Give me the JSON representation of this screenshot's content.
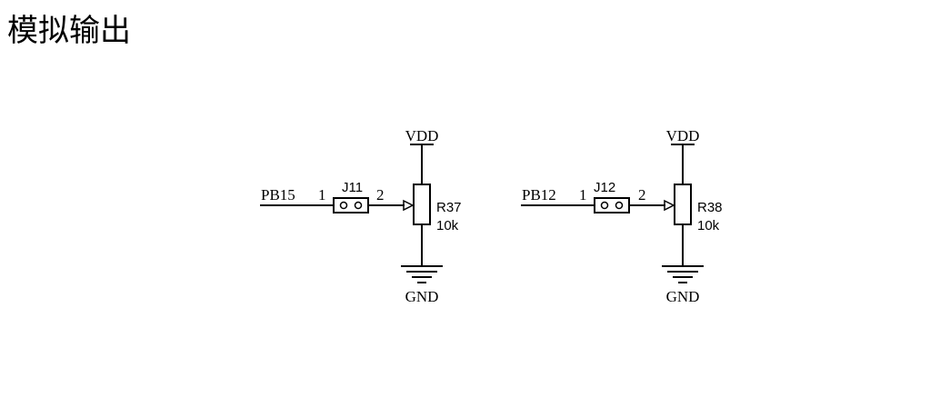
{
  "title": "模拟输出",
  "circuits": [
    {
      "net": "PB15",
      "jumper": {
        "ref": "J11",
        "pin1": "1",
        "pin2": "2"
      },
      "resistor": {
        "ref": "R37",
        "value": "10k"
      },
      "power": "VDD",
      "ground": "GND"
    },
    {
      "net": "PB12",
      "jumper": {
        "ref": "J12",
        "pin1": "1",
        "pin2": "2"
      },
      "resistor": {
        "ref": "R38",
        "value": "10k"
      },
      "power": "VDD",
      "ground": "GND"
    }
  ]
}
